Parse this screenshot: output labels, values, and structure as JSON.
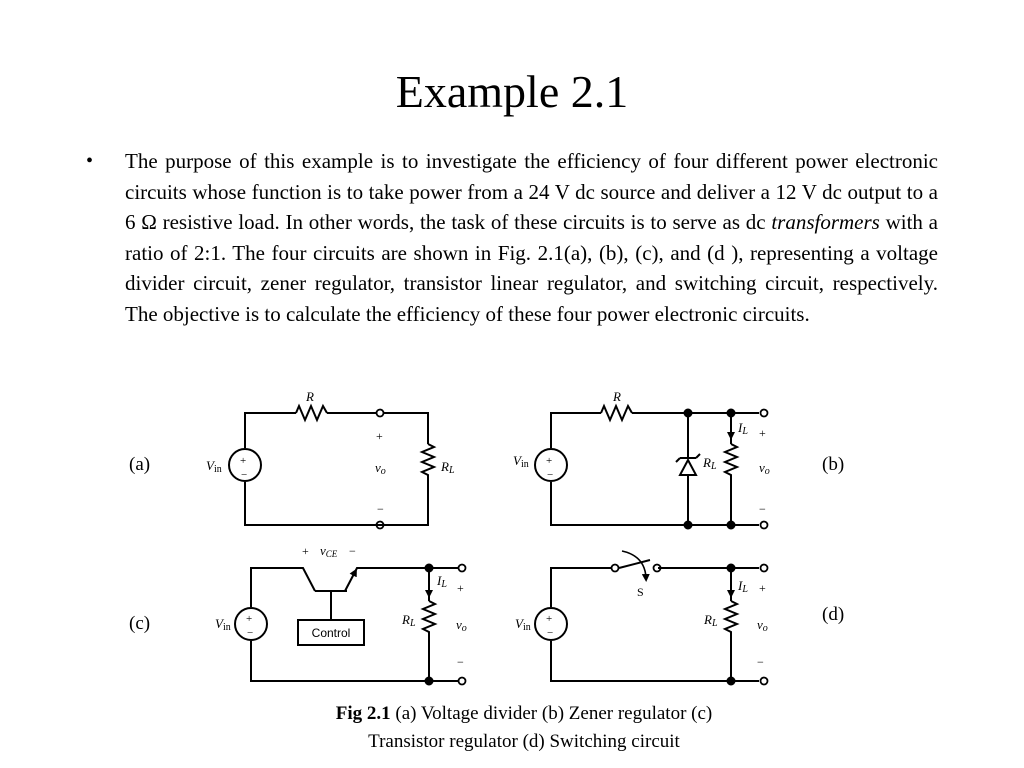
{
  "title": "Example 2.1",
  "bullet": {
    "symbol": "•",
    "text_part1": "The purpose of this example is to investigate the efficiency of four different power electronic circuits whose function is to take power from a 24 V dc source and deliver a 12 V dc output to a 6 Ω resistive load. In other words, the task of these circuits is to serve as dc ",
    "text_italic": "transformers",
    "text_part2": " with a ratio of 2:1. The four circuits are shown in Fig. 2.1(a), (b), (c), and (d ), representing a voltage divider circuit, zener regulator, transistor linear regulator, and switching circuit, respectively. The objective is to calculate the efficiency of these four power electronic circuits."
  },
  "figure": {
    "panel_labels": {
      "a": "(a)",
      "b": "(b)",
      "c": "(c)",
      "d": "(d)"
    },
    "symbols": {
      "R": "R",
      "R_L": "R",
      "L_sub": "L",
      "V": "V",
      "in_sub": "in",
      "v": "v",
      "o_sub": "o",
      "I": "I",
      "plus": "+",
      "minus": "−",
      "v_CE_v": "v",
      "CE_sub": "CE",
      "switch_label": "S",
      "control_label": "Control"
    },
    "caption_bold": "Fig 2.1",
    "caption_line1": " (a) Voltage divider (b) Zener regulator (c)",
    "caption_line2": "Transistor regulator (d) Switching circuit"
  }
}
